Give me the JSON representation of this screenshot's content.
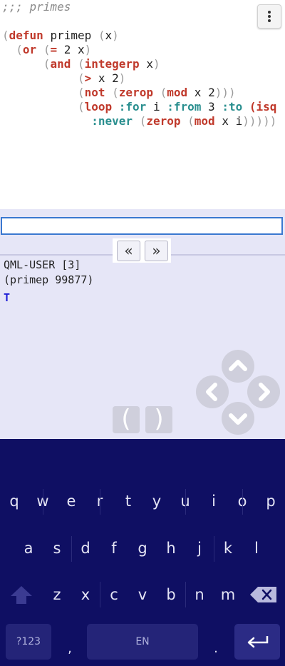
{
  "editor": {
    "comment": ";;; primes",
    "line_defun_kw": "defun",
    "line_defun_name": "primep",
    "line_defun_arg": "x",
    "line_or_kw": "or",
    "line_or_eq": "=",
    "line_or_args": "2 x",
    "line_and_kw": "and",
    "line_and_fn": "integerp",
    "line_and_arg": "x",
    "line_gt_fn": ">",
    "line_gt_args": "x 2",
    "line_not_kw": "not",
    "line_not_fn1": "zerop",
    "line_not_fn2": "mod",
    "line_not_args": "x 2",
    "line_loop_kw": "loop",
    "line_loop_for": ":for",
    "line_loop_var": "i",
    "line_loop_from": ":from",
    "line_loop_start": "3",
    "line_loop_to": ":to",
    "line_loop_isq": "(isq",
    "line_never_kw": ":never",
    "line_never_fn1": "zerop",
    "line_never_fn2": "mod",
    "line_never_args": "x i",
    "line_never_close": ")))))"
  },
  "repl": {
    "input_value": "",
    "history_back": "«",
    "history_forward": "»",
    "prompt": "QML-USER [3]",
    "command": "(primep 99877)",
    "result": "T",
    "open_paren": "(",
    "close_paren": ")"
  },
  "keyboard": {
    "row1": [
      "q",
      "w",
      "e",
      "r",
      "t",
      "y",
      "u",
      "i",
      "o",
      "p"
    ],
    "row2": [
      "a",
      "s",
      "d",
      "f",
      "g",
      "h",
      "j",
      "k",
      "l"
    ],
    "row3": [
      "z",
      "x",
      "c",
      "v",
      "b",
      "n",
      "m"
    ],
    "symbols_label": "?123",
    "comma": ",",
    "space_label": "EN",
    "period": "."
  },
  "icons": {
    "menu": "kebab-menu-icon",
    "arrows": [
      "arrow-up-icon",
      "arrow-left-icon",
      "arrow-right-icon",
      "arrow-down-icon"
    ],
    "shift": "shift-icon",
    "backspace": "backspace-icon",
    "enter": "enter-icon"
  },
  "colors": {
    "keyword": "#c0392b",
    "keyword_arg": "#2a8f8f",
    "result": "#1d1dd6",
    "repl_bg": "#e6e6f7",
    "keyboard_bg": "#0f0f63",
    "input_border": "#3a78d0"
  }
}
